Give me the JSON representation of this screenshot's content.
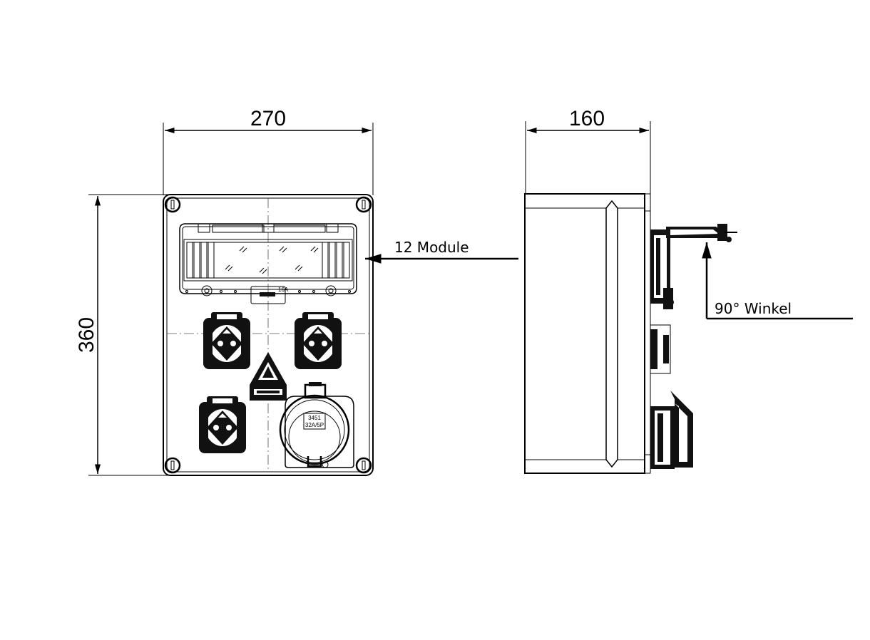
{
  "dimensions": {
    "width": "270",
    "height": "360",
    "depth": "160"
  },
  "annotations": {
    "modules": "12 Module",
    "angle": "90° Winkel"
  },
  "socket_label": {
    "code": "3451",
    "rating": "32A/5P"
  },
  "breaker_label": "16A"
}
